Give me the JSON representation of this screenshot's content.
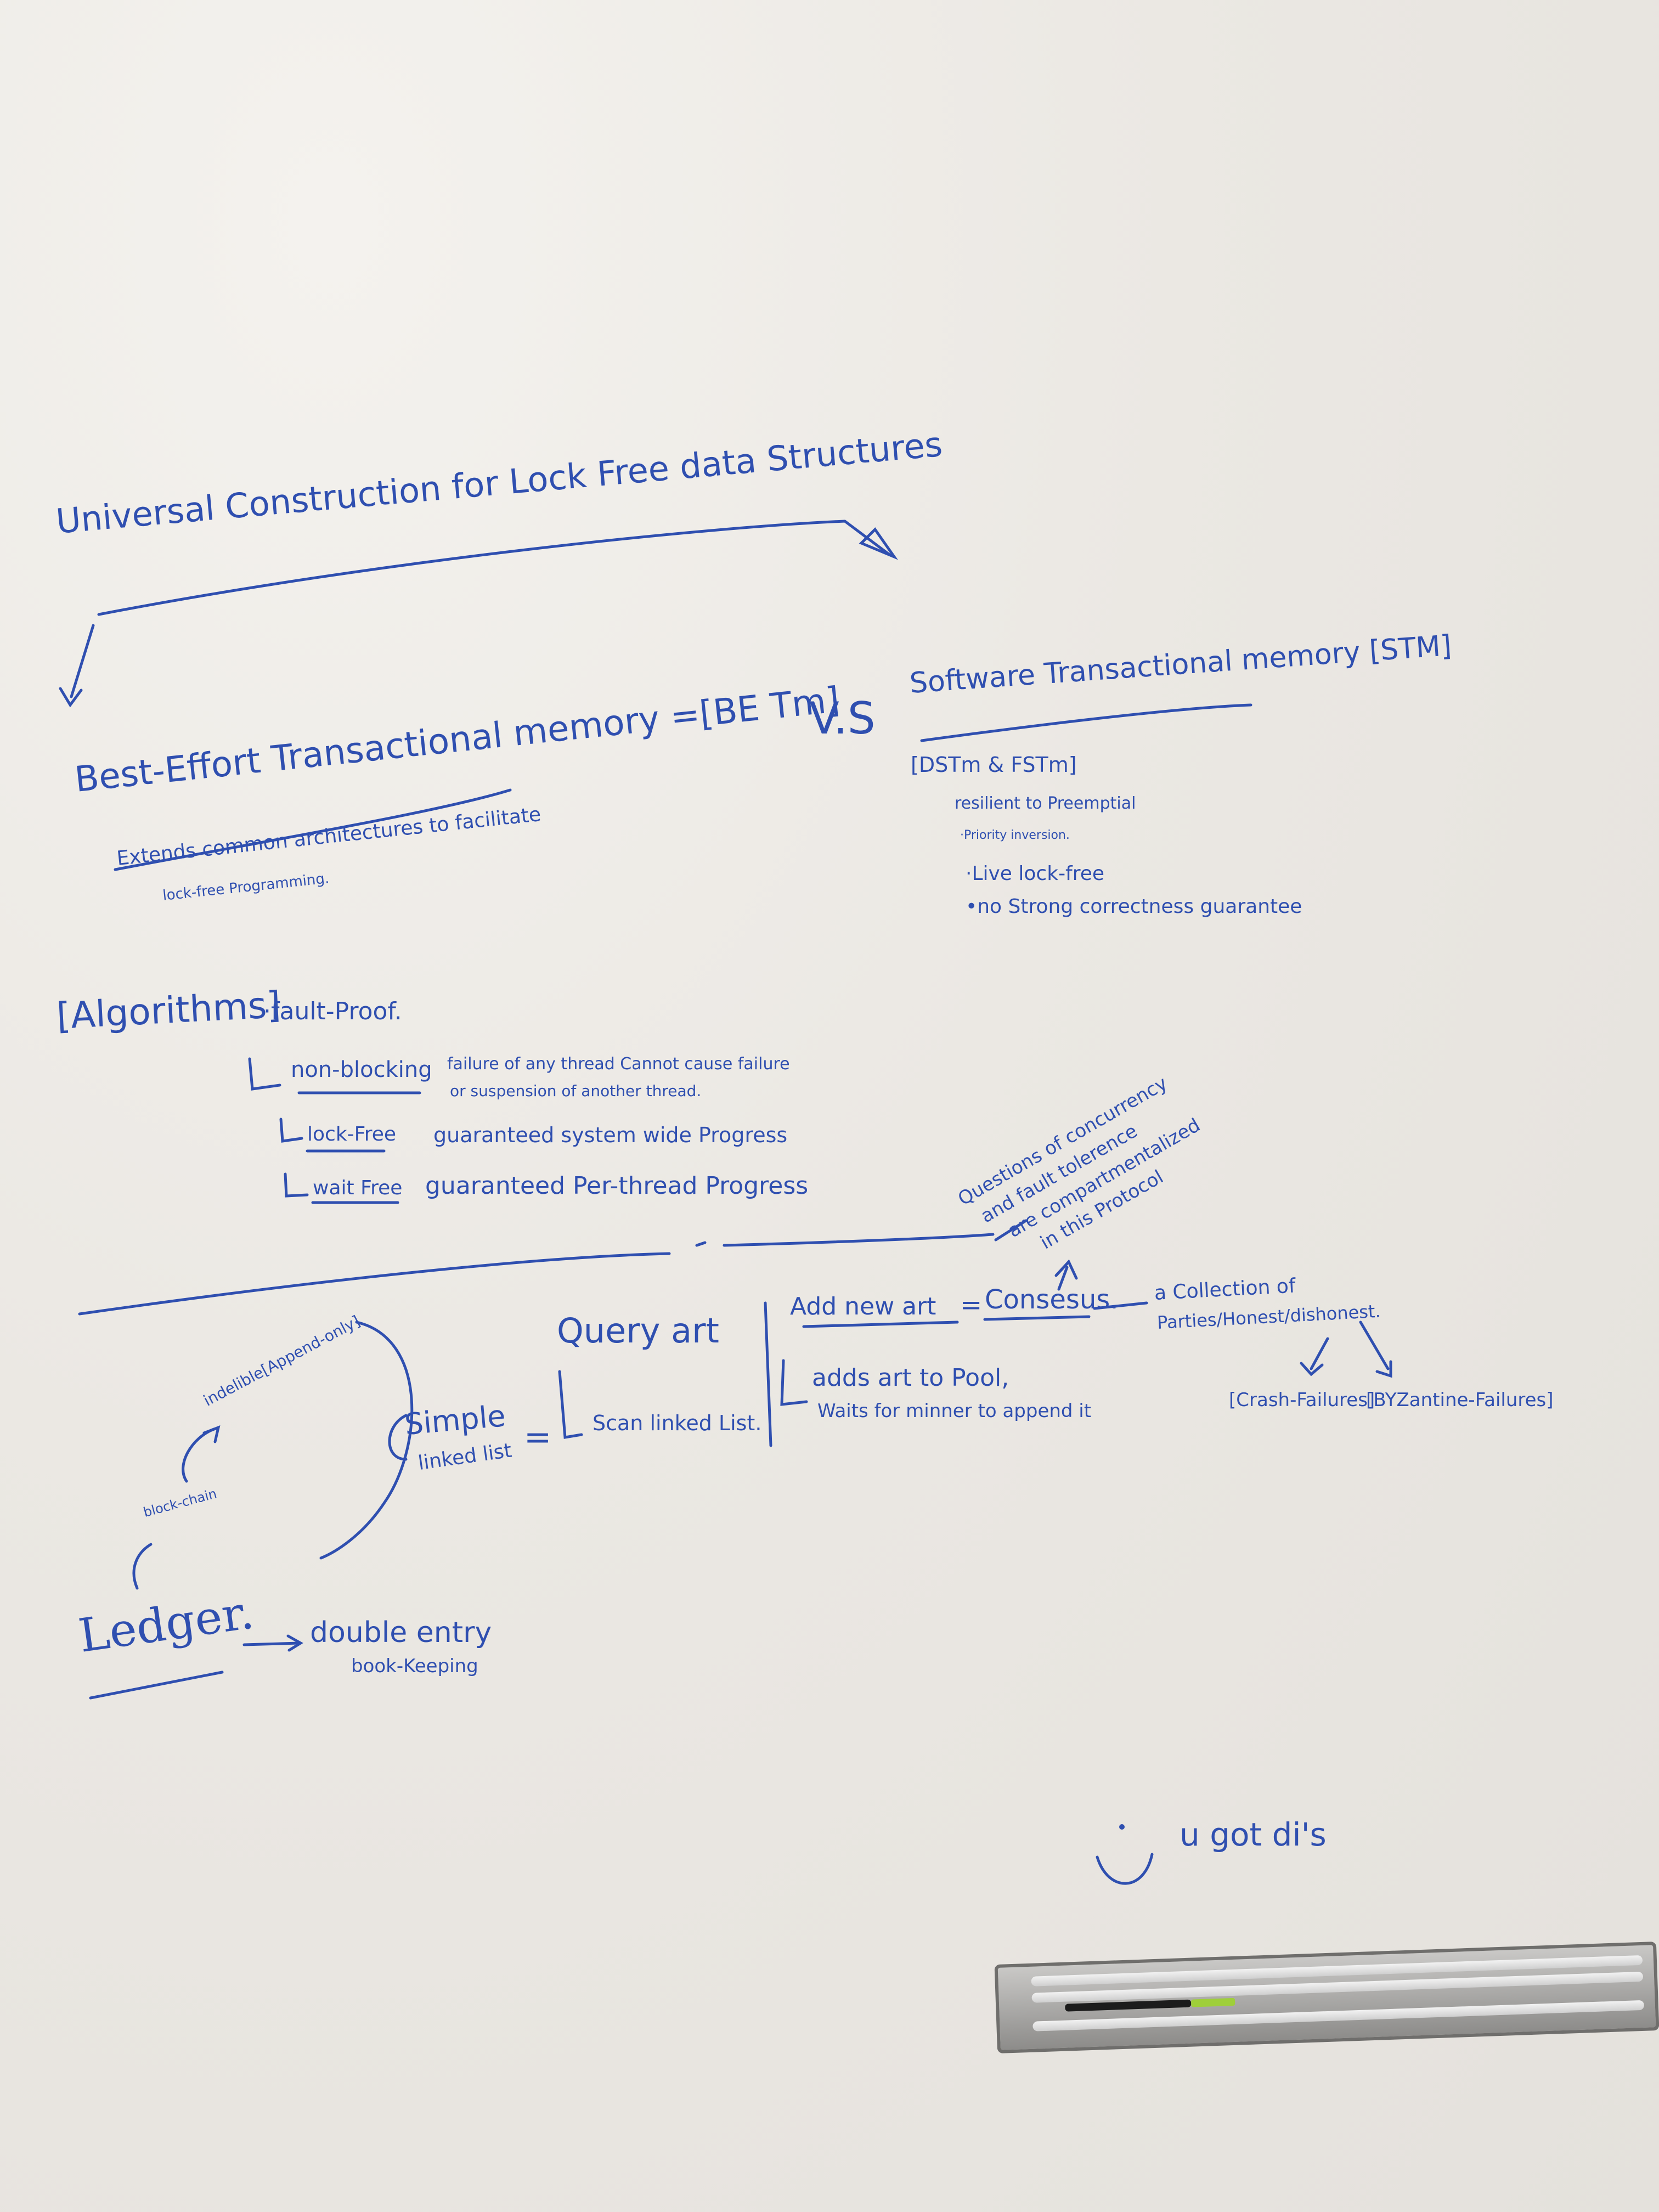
{
  "whiteboard": {
    "title": "Universal Construction for Lock Free data Structures",
    "betm": {
      "heading": "Best-Effort Transactional memory =[BE Tm]",
      "note_line1": "Extends common architectures to facilitate",
      "note_line2": "lock-free Programming."
    },
    "versus": "V.S",
    "stm": {
      "heading": "Software Transactional memory [STM]",
      "sub": "[DSTm & FSTm]",
      "bullet1": "resilient to Preemptial",
      "bullet2": "·Priority inversion.",
      "bullet3": "·Live lock-free",
      "bullet4": "•no Strong correctness guarantee"
    },
    "algorithms": {
      "label": "[Algorithms]",
      "fault": "·fault-Proof.",
      "nonblocking_term": "non-blocking",
      "nonblocking_def1": "failure of any thread Cannot cause failure",
      "nonblocking_def2": "or suspension of another thread.",
      "lockfree_term": "lock-Free",
      "lockfree_def": "guaranteed system wide Progress",
      "waitfree_term": "wait Free",
      "waitfree_def": "guaranteed Per-thread Progress"
    },
    "questions_note": {
      "line1": "Questions of concurrency",
      "line2": "and fault tolerence",
      "line3": "are compartmentalized",
      "line4": "in this Protocol"
    },
    "ledger": {
      "indelible": "indelible[Append-only]",
      "blockchain": "block-chain",
      "ledger": "Ledger.",
      "double_entry": "double entry",
      "bookkeeping": "book-Keeping"
    },
    "linked_list": {
      "simple": "Simple",
      "linked_list": "linked list",
      "equals": "=",
      "query": "Query art",
      "scan": "Scan linked List."
    },
    "add_art": {
      "label": "Add new art",
      "equals": "=",
      "consensus": "Consesus.",
      "adds": "adds art to Pool,",
      "waits": "Waits for minner to append it"
    },
    "parties": {
      "line1": "a Collection of",
      "line2": "Parties/Honest/dishonest.",
      "crash": "[Crash-Failures]",
      "byzantine": "[BYZantine-Failures]"
    },
    "signoff": {
      "smiley": "ᵕ̈",
      "text": "u got di's"
    }
  }
}
